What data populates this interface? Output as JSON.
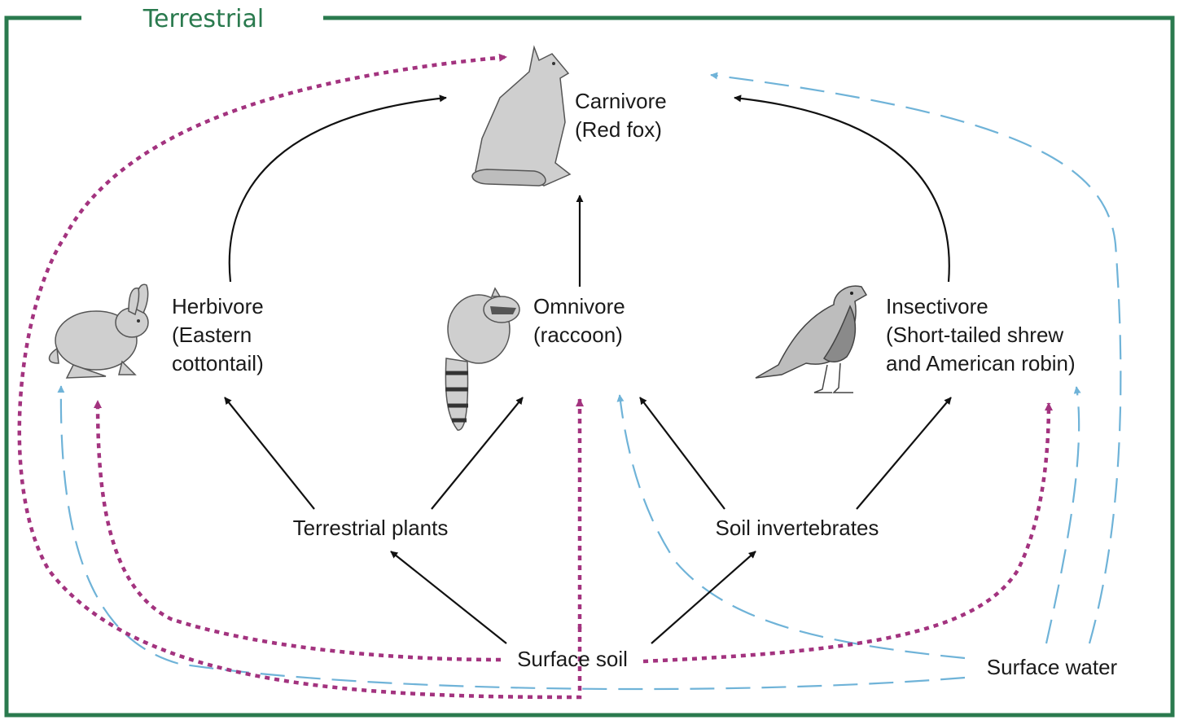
{
  "frame": {
    "title": "Terrestrial",
    "color": "#2a7a4e"
  },
  "colors": {
    "feeding_arrow": "#111111",
    "soil_pathway": "#a3337f",
    "water_pathway": "#6fb3d8",
    "animal_fill": "#cfcfcf",
    "animal_stroke": "#555555"
  },
  "nodes": {
    "carnivore": {
      "line1": "Carnivore",
      "line2": "(Red fox)",
      "icon": "fox-icon"
    },
    "herbivore": {
      "line1": "Herbivore",
      "line2": "(Eastern",
      "line3": "cottontail)",
      "icon": "rabbit-icon"
    },
    "omnivore": {
      "line1": "Omnivore",
      "line2": "(raccoon)",
      "icon": "raccoon-icon"
    },
    "insectivore": {
      "line1": "Insectivore",
      "line2": "(Short-tailed shrew",
      "line3": "and American robin)",
      "icon": "robin-icon"
    },
    "terrestrial_plants": {
      "label": "Terrestrial plants"
    },
    "soil_invertebrates": {
      "label": "Soil invertebrates"
    },
    "surface_soil": {
      "label": "Surface soil"
    },
    "surface_water": {
      "label": "Surface water"
    }
  }
}
